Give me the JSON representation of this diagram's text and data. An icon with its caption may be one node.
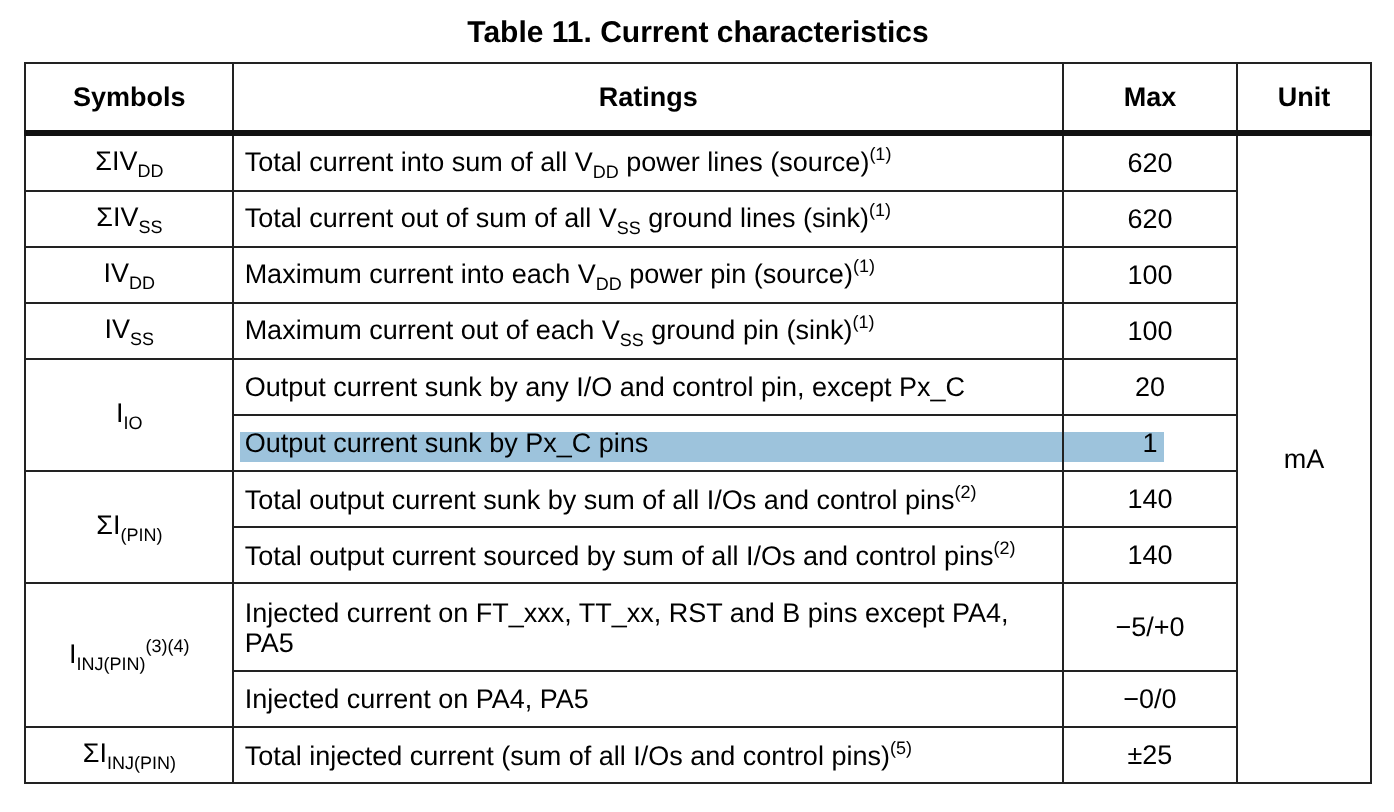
{
  "diagram": {
    "title": "Table 11. Current characteristics",
    "labels": [
      "Symbols",
      "Ratings",
      "Max",
      "Unit",
      "ΣIV$_{DD}$",
      "Total current into sum of all V$_{DD}$ power lines (source)$^{(1)}$",
      "620",
      "mA",
      "ΣIV$_{SS}$",
      "Total current out of sum of all V$_{SS}$ ground lines (sink)$^{(1)}$",
      "620",
      "IV$_{DD}$",
      "Maximum current into each V$_{DD}$ power pin (source)$^{(1)}$",
      "100",
      "IV$_{SS}$",
      "Maximum current out of each V$_{SS}$ ground pin (sink)$^{(1)}$",
      "100",
      "I$_{IO}$",
      "Output current sunk by any I/O and control pin, except Px_C",
      "20",
      "Output current sunk by Px_C pins",
      "1",
      "ΣI$_{(PIN)}$",
      "Total output current sunk by sum of all I/Os and control pins$^{(2)}$",
      "140",
      "Total output current sourced by sum of all I/Os and control pins$^{(2)}$",
      "140",
      "I$_{INJ(PIN)}$$^{(3)(4)}$",
      "Injected current on FT_xxx, TT_xx, RST and B pins except PA4, PA5",
      "−5/+0",
      "Injected current on PA4, PA5",
      "−0/0",
      "ΣI$_{INJ(PIN)}$",
      "Total injected current (sum of all I/Os and control pins)$^{(5)}$",
      "±25"
    ]
  }
}
